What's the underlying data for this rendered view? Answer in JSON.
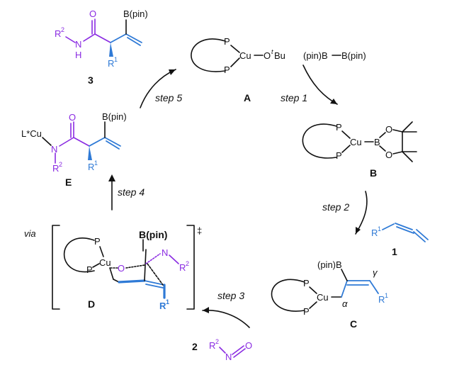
{
  "compounds": {
    "A": {
      "label": "A",
      "metal": "Cu",
      "ligand_atom": "P",
      "substituent": "O",
      "tbu_sup": "t",
      "tbu": "Bu"
    },
    "B": {
      "label": "B",
      "metal": "Cu",
      "ligand_atom": "P",
      "boron": "B",
      "oxygen": "O"
    },
    "C": {
      "label": "C",
      "metal": "Cu",
      "ligand_atom": "P",
      "bpin": "(pin)B",
      "alpha": "α",
      "gamma": "γ",
      "r": "R",
      "r_sup": "1"
    },
    "D": {
      "label": "D",
      "via": "via",
      "dagger": "‡",
      "metal": "Cu",
      "ligand_atom": "P",
      "bpin": "B(pin)",
      "oxygen": "O",
      "nitrogen": "N",
      "r1": "R",
      "r1_sup": "1",
      "r2": "R",
      "r2_sup": "2"
    },
    "E": {
      "label": "E",
      "cu": "L*Cu",
      "nitrogen": "N",
      "oxygen": "O",
      "bpin": "B(pin)",
      "r1": "R",
      "r1_sup": "1",
      "r2": "R",
      "r2_sup": "2"
    },
    "product_3": {
      "label": "3",
      "oxygen": "O",
      "nh_n": "N",
      "nh_h": "H",
      "bpin": "B(pin)",
      "r1": "R",
      "r1_sup": "1",
      "r2": "R",
      "r2_sup": "2"
    },
    "reagent_b2pin2": {
      "left": "(pin)B",
      "right": "B(pin)"
    },
    "allene_1": {
      "label": "1",
      "r": "R",
      "r_sup": "1"
    },
    "isocyanate_2": {
      "label": "2",
      "r": "R",
      "r_sup": "2",
      "n": "N",
      "o": "O"
    }
  },
  "steps": [
    "step 1",
    "step 2",
    "step 3",
    "step 4",
    "step 5"
  ],
  "colors": {
    "blue": "#2f7ad6",
    "purple": "#8a2be2",
    "black": "#111111"
  }
}
